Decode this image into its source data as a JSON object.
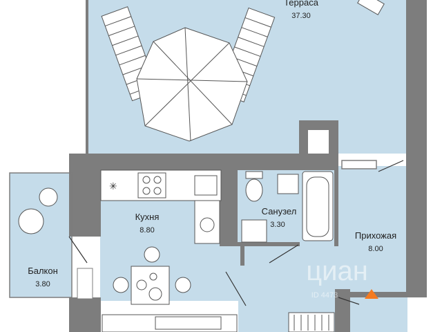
{
  "rooms": {
    "terrace": {
      "name": "Терраса",
      "area": "37.30"
    },
    "kitchen": {
      "name": "Кухня",
      "area": "8.80"
    },
    "balcony": {
      "name": "Балкон",
      "area": "3.80"
    },
    "bathroom": {
      "name": "Санузел",
      "area": "3.30"
    },
    "hallway": {
      "name": "Прихожая",
      "area": "8.00"
    }
  },
  "watermark": {
    "brand": "циан",
    "id": "ID 4473"
  },
  "colors": {
    "floor": "#c5dcea",
    "wall": "#7d7d7d",
    "terrace_tiles": "#d2e6f3",
    "furniture": "#ffffff",
    "watermark_accent": "#f47b20"
  }
}
